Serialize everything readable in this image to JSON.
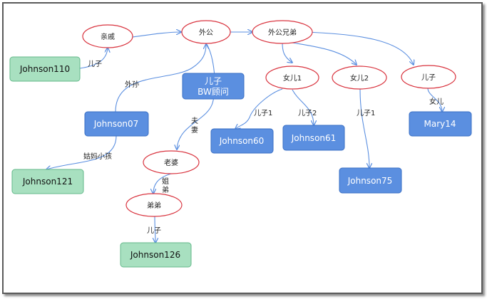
{
  "colors": {
    "ellipse_stroke": "#d9343f",
    "blue_fill": "#5b8fe0",
    "blue_stroke": "#3a6fc4",
    "green_fill": "#a8e0c0",
    "green_stroke": "#63b98a",
    "edge": "#5b8fe0"
  },
  "nodes": {
    "qinqi": "亲戚",
    "waigong": "外公",
    "waigong_xiongdi": "外公兄弟",
    "johnson110": "Johnson110",
    "erzi_bw_line1": "儿子",
    "erzi_bw_line2": "BW顾问",
    "nver1": "女儿1",
    "nver2": "女儿2",
    "erzi_right": "儿子",
    "johnson07": "Johnson07",
    "johnson60": "Johnson60",
    "johnson61": "Johnson61",
    "mary14": "Mary14",
    "laopo": "老婆",
    "johnson121": "Johnson121",
    "johnson75": "Johnson75",
    "didi": "弟弟",
    "johnson126": "Johnson126"
  },
  "edge_labels": {
    "erzi_110": "儿子",
    "waisun": "外孙",
    "fuqi_1": "夫",
    "fuqi_2": "妻",
    "erzi1": "儿子1",
    "erzi2": "儿子2",
    "erzi1_b": "儿子1",
    "nver": "女儿",
    "guma_xiaohai": "姑妈小孩",
    "jie": "姐",
    "di": "弟",
    "erzi_126": "儿子"
  }
}
